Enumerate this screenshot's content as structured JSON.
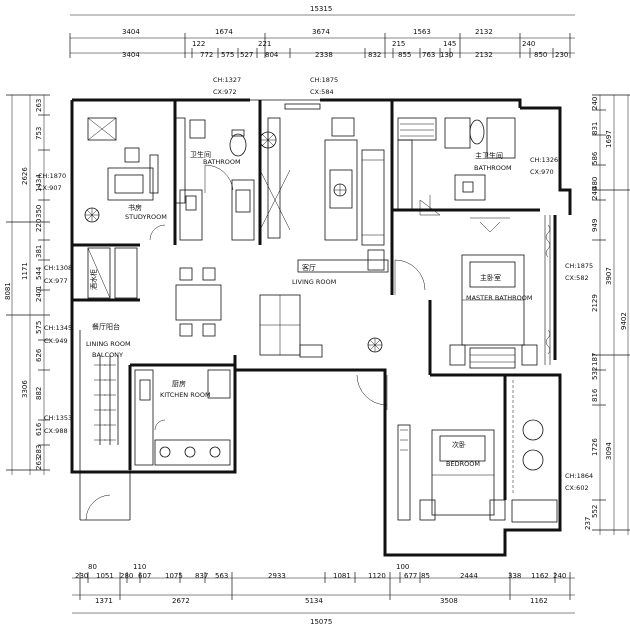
{
  "dimensions": {
    "top_total": "15315",
    "top_row1": [
      "3404",
      "1674",
      "3674",
      "1563",
      "2132"
    ],
    "top_row2": [
      "3404",
      "122",
      "772",
      "575",
      "527",
      "221",
      "804",
      "2338",
      "832",
      "215",
      "855",
      "763",
      "145",
      "130",
      "240",
      "2132",
      "850",
      "230"
    ],
    "bottom_row1": [
      "80",
      "110",
      "100"
    ],
    "bottom_row2": [
      "230",
      "1051",
      "280",
      "607",
      "1075",
      "837",
      "563",
      "2933",
      "1081",
      "1120",
      "677",
      "85",
      "2444",
      "338",
      "1162",
      "240"
    ],
    "bottom_row3": [
      "1371",
      "2672",
      "5134",
      "3508",
      "1162"
    ],
    "bottom_total": "15075",
    "left_total": "8081",
    "left_row1": [
      "2626",
      "1171",
      "3306"
    ],
    "left_row2": [
      "263",
      "753",
      "1434",
      "220",
      "350",
      "381",
      "544",
      "1",
      "240",
      "575",
      "626",
      "882",
      "616",
      "283",
      "263"
    ],
    "right_total": "9402",
    "right_row1": [
      "1697",
      "3907",
      "3094"
    ],
    "right_row2": [
      "240",
      "831",
      "586",
      "480",
      "240",
      "949",
      "2129",
      "187",
      "532",
      "816",
      "1726",
      "552",
      "237"
    ]
  },
  "ch_labels": {
    "study": {
      "ch": "CH:1870",
      "cx": "CX:907"
    },
    "bath1": {
      "ch": "CH:1327",
      "cx": "CX:972"
    },
    "living": {
      "ch": "CH:1875",
      "cx": "CX:584"
    },
    "bath2": {
      "ch": "CH:1326",
      "cx": "CX:970"
    },
    "dining_cab": {
      "ch": "CH:1308",
      "cx": "CX:977"
    },
    "balcony1": {
      "ch": "CH:1345",
      "cx": "CX:949"
    },
    "balcony2": {
      "ch": "CH:1353",
      "cx": "CX:988"
    },
    "master": {
      "ch": "CH:1875",
      "cx": "CX:582"
    },
    "bedroom": {
      "ch": "CH:1864",
      "cx": "CX:602"
    }
  },
  "rooms": {
    "study": {
      "cn": "书房",
      "en": "STUDYROOM"
    },
    "bath1": {
      "cn": "卫生间",
      "en": "BATHROOM"
    },
    "living": {
      "cn": "客厅",
      "en": "LIVING ROOM"
    },
    "bath2": {
      "cn": "主卫生间",
      "en": "BATHROOM"
    },
    "master": {
      "cn": "主卧室",
      "en": "MASTER BATHROOM"
    },
    "dining": {
      "cn": "餐厅阳台",
      "en1": "LINING ROOM",
      "en2": "BALCONY"
    },
    "kitchen": {
      "cn": "厨房",
      "en": "KITCHEN ROOM"
    },
    "bedroom": {
      "cn": "次卧",
      "en": "BEDROOM"
    },
    "cabinet": {
      "cn": "酒水柜"
    }
  }
}
